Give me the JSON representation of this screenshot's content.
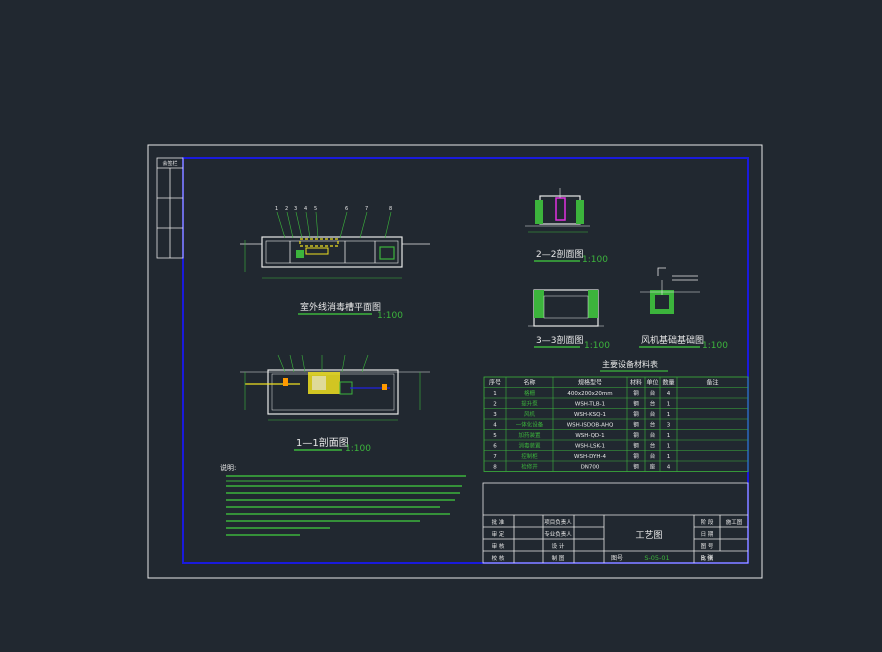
{
  "titles": {
    "plan": "室外线消毒槽平面图",
    "plan_scale": "1:100",
    "sec11": "1—1剖面图",
    "sec11_scale": "1:100",
    "sec22": "2—2剖面图",
    "sec22_scale": "1:100",
    "sec33": "3—3剖面图",
    "sec33_scale": "1:100",
    "foundation": "风机基础基础图",
    "foundation_scale": "1:100",
    "table": "主要设备材料表"
  },
  "sign_box": "会签栏",
  "notes_title": "说明:",
  "table": {
    "headers": [
      "序号",
      "名称",
      "规格型号",
      "材料",
      "单位",
      "数量",
      "备注"
    ],
    "rows": [
      [
        "1",
        "格栅",
        "400x200x20mm",
        "钢",
        "台",
        "4",
        ""
      ],
      [
        "2",
        "提升泵",
        "WSH-TLB-1",
        "钢",
        "台",
        "1",
        ""
      ],
      [
        "3",
        "风机",
        "WSH-KSQ-1",
        "钢",
        "台",
        "1",
        ""
      ],
      [
        "4",
        "一体化设备",
        "WSH-ISDOB-AHQ",
        "钢",
        "台",
        "3",
        ""
      ],
      [
        "5",
        "加药装置",
        "WSH-QD-1",
        "钢",
        "台",
        "1",
        ""
      ],
      [
        "6",
        "消毒装置",
        "WSH-LSK-1",
        "钢",
        "台",
        "1",
        ""
      ],
      [
        "7",
        "控制柜",
        "WSH-DYH-4",
        "钢",
        "台",
        "1",
        ""
      ],
      [
        "8",
        "检修井",
        "DN700",
        "钢",
        "座",
        "4",
        ""
      ]
    ]
  },
  "title_block": {
    "left_labels": [
      "批 准",
      "审 定",
      "审 核",
      "校 核"
    ],
    "mid_labels": [
      "项目负责人",
      "专业负责人",
      "设 计",
      "制 图"
    ],
    "drawing_title": "工艺图",
    "right_labels": [
      "阶 段",
      "日 期",
      "图 号",
      "比 例"
    ],
    "right_values": [
      "施工图",
      "",
      "",
      ""
    ],
    "number_label": "图号",
    "number_value": "S-05-01",
    "sheet_label": "B 张"
  }
}
